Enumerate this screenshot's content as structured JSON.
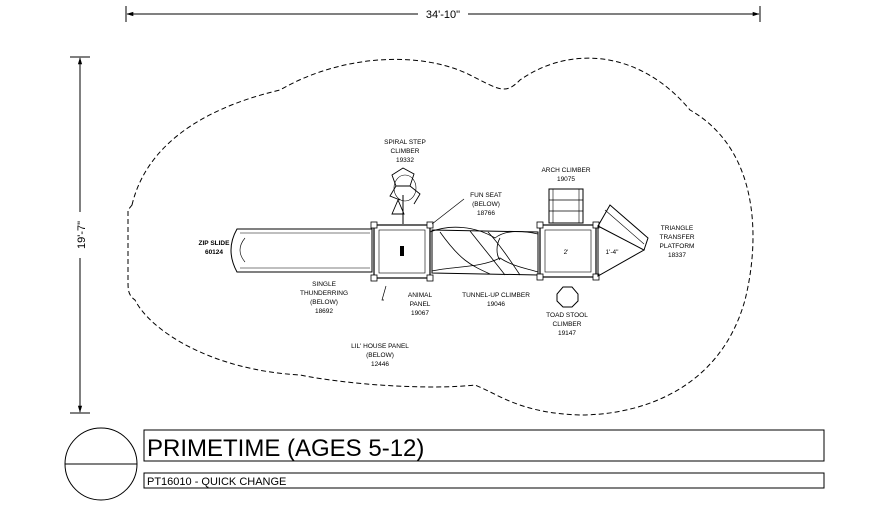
{
  "dimensions": {
    "width": "34'-10\"",
    "height": "19'-7\""
  },
  "components": {
    "spiral_step_climber": [
      "SPIRAL STEP",
      "CLIMBER",
      "19332"
    ],
    "fun_seat": [
      "FUN SEAT",
      "(BELOW)",
      "18766"
    ],
    "arch_climber": [
      "ARCH CLIMBER",
      "19075"
    ],
    "zip_slide": [
      "ZIP SLIDE",
      "60124"
    ],
    "triangle_platform": [
      "TRIANGLE",
      "TRANSFER",
      "PLATFORM",
      "18337"
    ],
    "single_thunderring": [
      "SINGLE",
      "THUNDERRING",
      "(BELOW)",
      "18692"
    ],
    "animal_panel": [
      "ANIMAL",
      "PANEL",
      "19067"
    ],
    "tunnel_up_climber": [
      "TUNNEL-UP CLIMBER",
      "19046"
    ],
    "toad_stool_climber": [
      "TOAD STOOL",
      "CLIMBER",
      "19147"
    ],
    "lil_house_panel": [
      "LIL' HOUSE PANEL",
      "(BELOW)",
      "12446"
    ]
  },
  "deck_heights": {
    "deck1": "2'",
    "deck2": "1'-4\""
  },
  "title_block": {
    "title": "PRIMETIME (AGES 5-12)",
    "subtitle": "PT16010 - QUICK CHANGE"
  }
}
